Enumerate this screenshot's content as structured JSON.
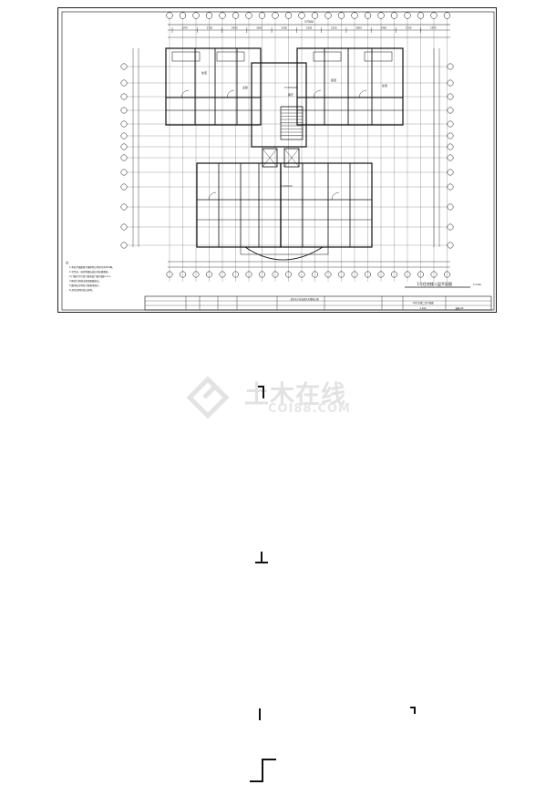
{
  "drawing": {
    "sheet_title": "1号住宅楼二层平面图",
    "scale": "1:100",
    "overall_dimension": "37500",
    "top_dimensions": [
      "2970",
      "2700",
      "2400",
      "3900",
      "1500",
      "3300",
      "1500",
      "3900",
      "2400",
      "2700",
      "2970"
    ],
    "room_labels": [
      "住宅",
      "主卧",
      "客厅",
      "卧室",
      "住宅"
    ],
    "area_labels": [
      "H=000.00",
      "H=000.00"
    ],
    "notes_title": "注：",
    "notes": [
      "1.本层平面图所示墙体除注明外均为200厚。",
      "2.卫生间、厨房地面标高比同层楼面低。",
      "3.门窗尺寸详见门窗表及门窗详图J2-1-2。",
      "4.阳台栏杆做法参见图集做法。",
      "5.图中未注明尺寸按墙中线计。",
      "6.其余说明详见总说明。"
    ],
    "title_block": {
      "project": "某住宅小区高层住宅楼施工图",
      "drawing_name": "1号住宅楼二层平面图",
      "drawing_no": "建施-06",
      "scale": "1:100"
    }
  },
  "watermark": {
    "text": "土木在线",
    "sub": "COI88.COM"
  },
  "colors": {
    "line": "#111111",
    "watermark": "#e2e2e2"
  }
}
